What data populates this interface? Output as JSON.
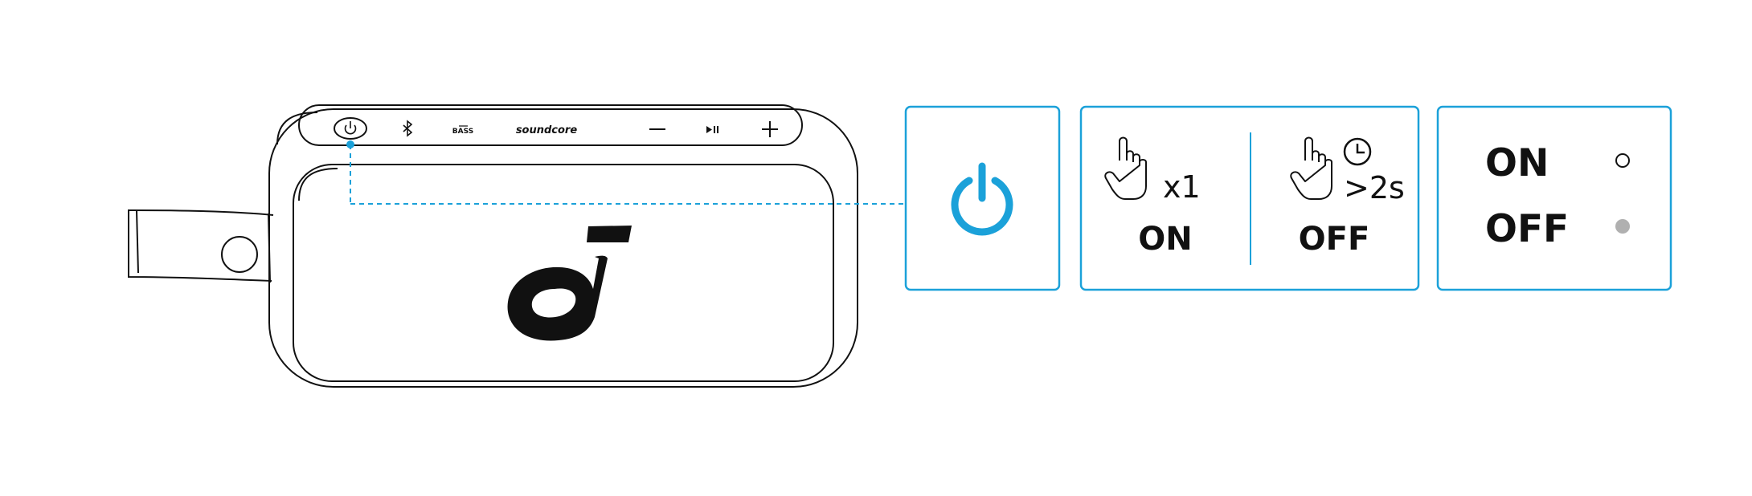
{
  "speaker": {
    "buttons": {
      "bass_label": "BASS",
      "brand_label": "soundcore"
    }
  },
  "power_panel": {
    "icon": "power-icon",
    "accent_color": "#1ba1d9"
  },
  "press_panel": {
    "on_count": "x1",
    "on_label": "ON",
    "off_duration": ">2s",
    "off_label": "OFF"
  },
  "status_panel": {
    "on_label": "ON",
    "off_label": "OFF",
    "on_indicator_color": "#ffffff",
    "off_indicator_color": "#b0b0b0"
  }
}
